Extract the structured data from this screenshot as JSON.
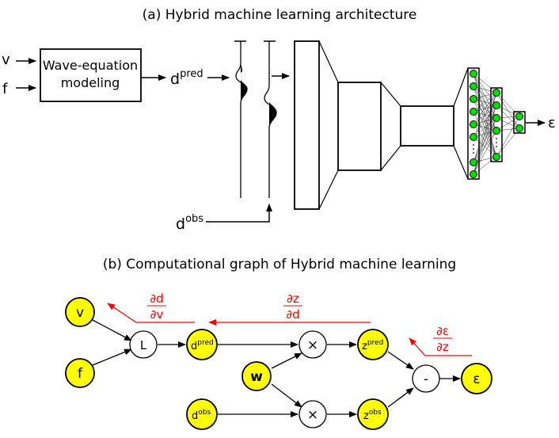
{
  "panel_a": {
    "title": "(a) Hybrid machine learning architecture",
    "inputs": {
      "v": "v",
      "f": "f"
    },
    "modeling_box": {
      "line1": "Wave-equation",
      "line2": "modeling"
    },
    "d_pred": {
      "base": "d",
      "sup": "pred"
    },
    "d_obs": {
      "base": "d",
      "sup": "obs"
    },
    "output": "ε"
  },
  "panel_b": {
    "title": "(b) Computational graph of Hybrid machine learning",
    "nodes": {
      "v": "v",
      "f": "f",
      "L": "L",
      "d_pred": {
        "base": "d",
        "sup": "pred"
      },
      "w": "w",
      "times_top": "×",
      "times_bottom": "×",
      "d_obs": {
        "base": "d",
        "sup": "obs"
      },
      "z_pred": {
        "base": "z",
        "sup": "pred"
      },
      "z_obs": {
        "base": "z",
        "sup": "obs"
      },
      "minus": "-",
      "epsilon": "ε"
    },
    "gradients": {
      "dd_dv": {
        "num": "∂d",
        "den": "∂v"
      },
      "dz_dd": {
        "num": "∂z",
        "den": "∂d"
      },
      "deps_dz": {
        "num": "∂ε",
        "den": "∂z"
      }
    }
  },
  "colors": {
    "node_highlight": "#ffff00",
    "neuron": "#00e000",
    "gradient": "#ff0000",
    "stroke": "#000000"
  }
}
